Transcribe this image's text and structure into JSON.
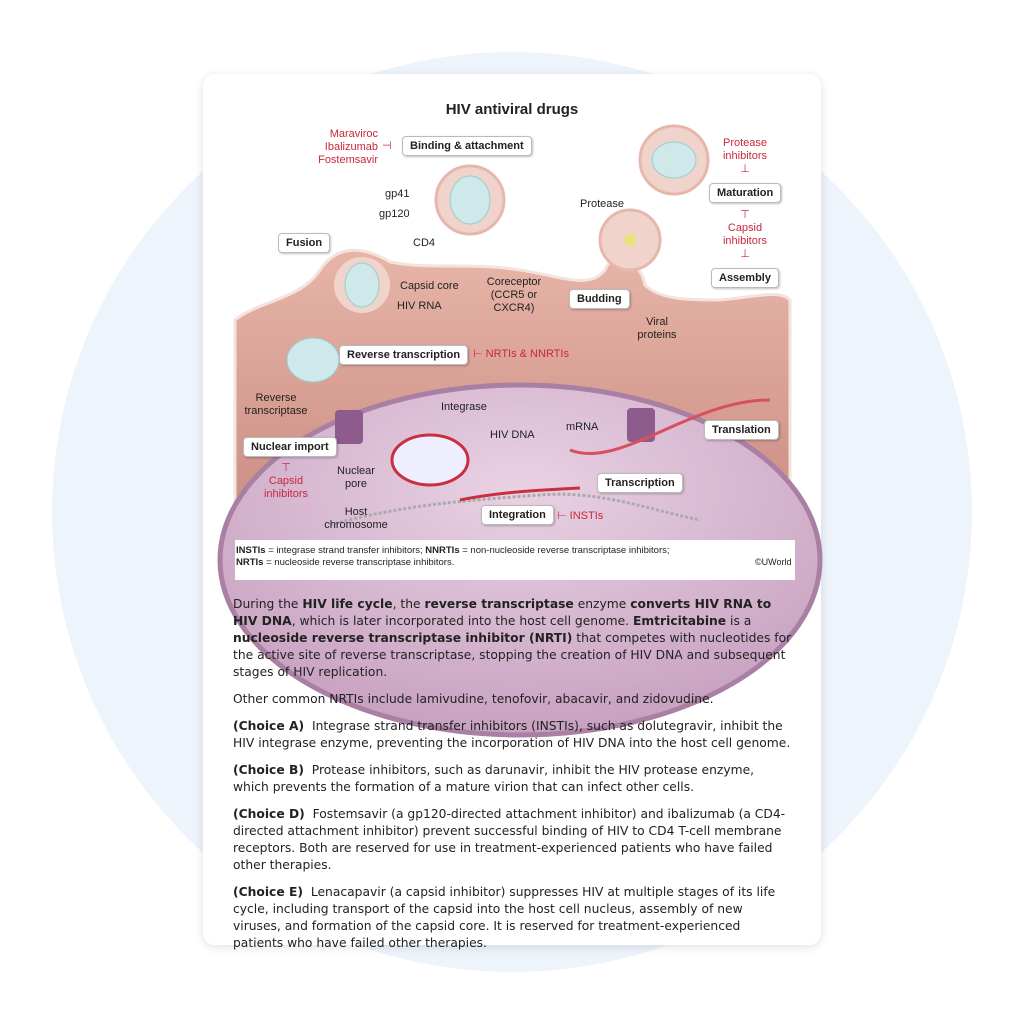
{
  "diagram": {
    "title": "HIV antiviral drugs",
    "labels": {
      "maraviroc": "Maraviroc",
      "ibalizumab": "Ibalizumab",
      "fostemsavir": "Fostemsavir",
      "binding": "Binding & attachment",
      "gp41": "gp41",
      "gp120": "gp120",
      "cd4": "CD4",
      "fusion": "Fusion",
      "capsid_core": "Capsid core",
      "hiv_rna": "HIV RNA",
      "coreceptor": "Coreceptor",
      "coreceptor2": "(CCR5 or",
      "coreceptor3": "CXCR4)",
      "protease": "Protease",
      "protease_inh1": "Protease",
      "protease_inh2": "inhibitors",
      "maturation": "Maturation",
      "capsid_inh1": "Capsid",
      "capsid_inh2": "inhibitors",
      "assembly": "Assembly",
      "budding": "Budding",
      "viral_proteins1": "Viral",
      "viral_proteins2": "proteins",
      "reverse_transcription": "Reverse transcription",
      "nrtis": "⊢ NRTIs & NNRTIs",
      "rt1": "Reverse",
      "rt2": "transcriptase",
      "integrase": "Integrase",
      "hiv_dna": "HIV DNA",
      "mrna": "mRNA",
      "translation": "Translation",
      "nuclear_import": "Nuclear import",
      "capsid_inh3": "Capsid",
      "capsid_inh4": "inhibitors",
      "nuclear_pore1": "Nuclear",
      "nuclear_pore2": "pore",
      "transcription": "Transcription",
      "host_chrom1": "Host",
      "host_chrom2": "chromosome",
      "integration": "Integration",
      "instis": "⊢ INSTIs"
    },
    "footnote": {
      "l1_b1": "INSTIs",
      "l1_t1": " = integrase strand transfer inhibitors; ",
      "l1_b2": "NNRTIs",
      "l1_t2": " = non-nucleoside reverse transcriptase inhibitors;",
      "l2_b1": "NRTIs",
      "l2_t1": " = nucleoside reverse transcriptase inhibitors."
    },
    "copyright": "©UWorld"
  },
  "explanation": {
    "p1": [
      {
        "t": "During the "
      },
      {
        "b": "HIV life cycle"
      },
      {
        "t": ", the "
      },
      {
        "b": "reverse transcriptase"
      },
      {
        "t": " enzyme "
      },
      {
        "b": "converts HIV RNA to HIV DNA"
      },
      {
        "t": ", which is later incorporated into the host cell genome. "
      },
      {
        "b": "Emtricitabine"
      },
      {
        "t": " is a "
      },
      {
        "b": "nucleoside reverse transcriptase inhibitor (NRTI)"
      },
      {
        "t": " that competes with nucleotides for the active site of reverse transcriptase, stopping the creation of HIV DNA and subsequent stages of HIV replication."
      }
    ],
    "p2": "Other common NRTIs include lamivudine, tenofovir, abacavir, and zidovudine.",
    "choices": [
      {
        "label": "(Choice A)",
        "text": "Integrase strand transfer inhibitors (INSTIs), such as dolutegravir, inhibit the HIV integrase enzyme, preventing the incorporation of HIV DNA into the host cell genome."
      },
      {
        "label": "(Choice B)",
        "text": "Protease inhibitors, such as darunavir, inhibit the HIV protease enzyme, which prevents the formation of a mature virion that can infect other cells."
      },
      {
        "label": "(Choice D)",
        "text": "Fostemsavir (a gp120-directed attachment inhibitor) and ibalizumab (a CD4-directed attachment inhibitor) prevent successful binding of HIV to CD4 T-cell membrane receptors.  Both are reserved for use in treatment-experienced patients who have failed other therapies."
      },
      {
        "label": "(Choice E)",
        "text": "Lenacapavir (a capsid inhibitor) suppresses HIV at multiple stages of its life cycle, including transport of the capsid into the host cell nucleus, assembly of new viruses, and formation of the capsid core.  It is reserved for treatment-experienced patients who have failed other therapies."
      }
    ]
  }
}
